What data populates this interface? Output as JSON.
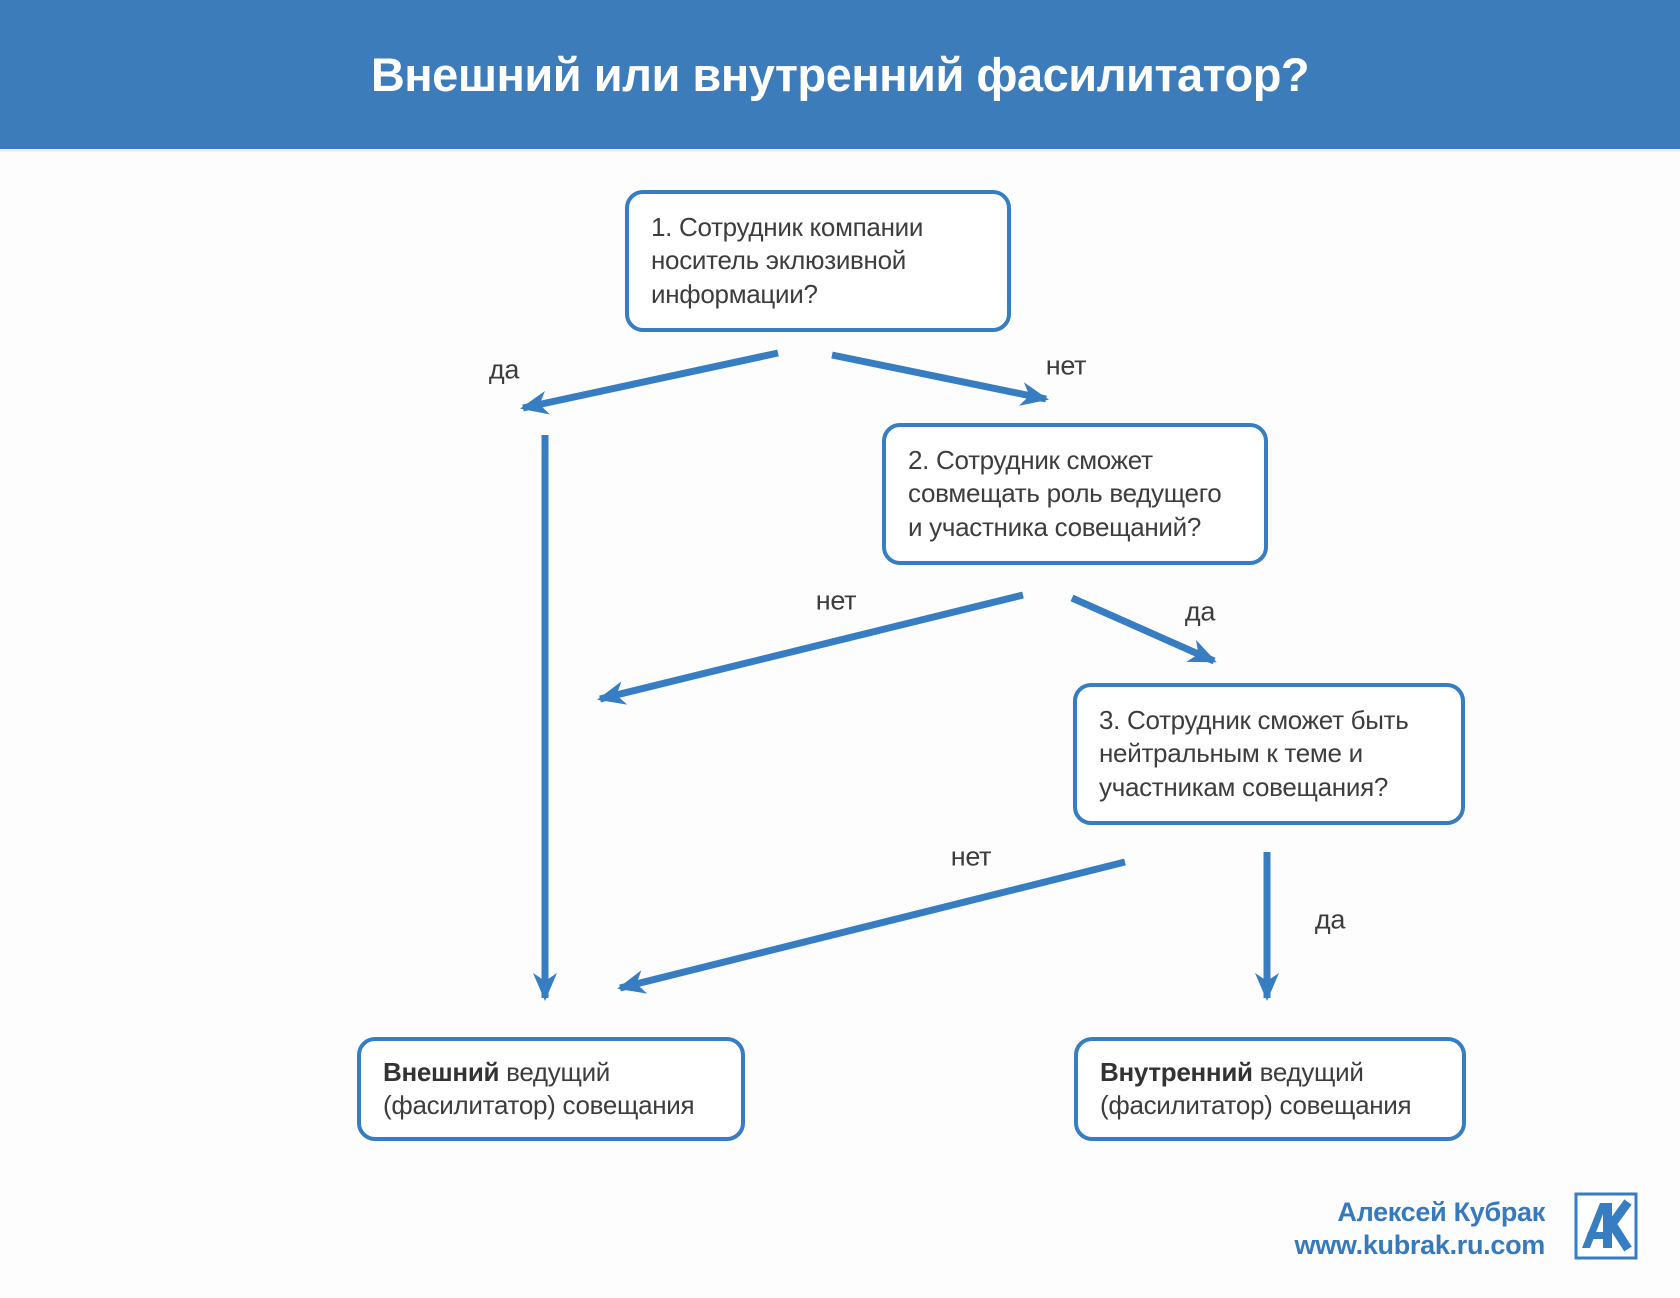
{
  "title": "Внешний или внутренний фасилитатор?",
  "diagram": {
    "nodes": [
      {
        "id": "q1",
        "text": "1. Сотрудник компании носитель эклюзивной информации?"
      },
      {
        "id": "q2",
        "text": "2. Сотрудник сможет совмещать роль ведущего и участника совещаний?"
      },
      {
        "id": "q3",
        "text": "3. Сотрудник сможет быть нейтральным к теме и участникам совещания?"
      },
      {
        "id": "external",
        "text_bold": "Внешний",
        "text_rest": " ведущий (фасилитатор) совещания"
      },
      {
        "id": "internal",
        "text_bold": "Внутренний",
        "text_rest": " ведущий (фасилитатор) совещания"
      }
    ],
    "edges": [
      {
        "from": "q1",
        "to": "external",
        "label": "да"
      },
      {
        "from": "q1",
        "to": "q2",
        "label": "нет"
      },
      {
        "from": "q2",
        "to": "external",
        "label": "нет"
      },
      {
        "from": "q2",
        "to": "q3",
        "label": "да"
      },
      {
        "from": "q3",
        "to": "external",
        "label": "нет"
      },
      {
        "from": "q3",
        "to": "internal",
        "label": "да"
      }
    ]
  },
  "footer": {
    "author": "Алексей Кубрак",
    "site": "www.kubrak.ru.com",
    "logo_monogram": "АК"
  },
  "colors": {
    "header_bg": "#3c7cba",
    "accent": "#377dc2",
    "text": "#3d3d3d",
    "footer_text": "#3679bd"
  }
}
